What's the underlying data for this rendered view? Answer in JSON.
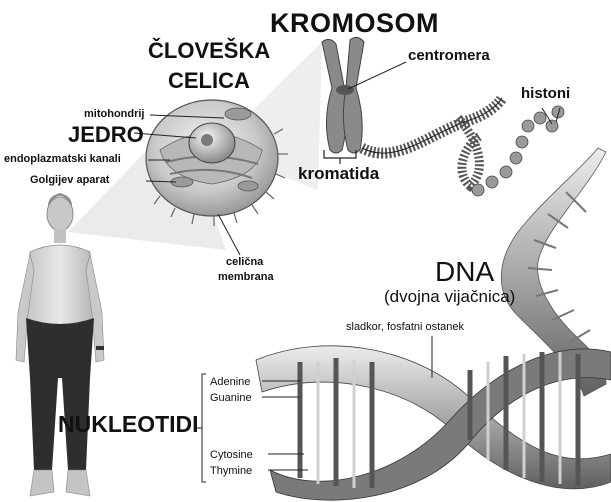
{
  "labels": {
    "kromosom": "KROMOSOM",
    "cell_title_line1": "ČLOVEŠKA",
    "cell_title_line2": "CELICA",
    "centromera": "centromera",
    "histoni": "histoni",
    "mitohondrij": "mitohondrij",
    "jedro": "JEDRO",
    "endoplazmatski": "endoplazmatski kanali",
    "golgi": "Golgijev aparat",
    "kromatida": "kromatida",
    "celicna": "celična",
    "membrana": "membrana",
    "dna": "DNA",
    "dvojna": "(dvojna vijačnica)",
    "sladkor": "sladkor, fosfatni ostanek",
    "nukleotidi": "NUKLEOTIDI"
  },
  "bases": [
    "Adenine",
    "Guanine",
    "Cytosine",
    "Thymine"
  ],
  "colors": {
    "outline": "#222222",
    "grey_dark": "#555555",
    "grey_mid": "#9a9a9a",
    "grey_light": "#d8d8d8"
  }
}
